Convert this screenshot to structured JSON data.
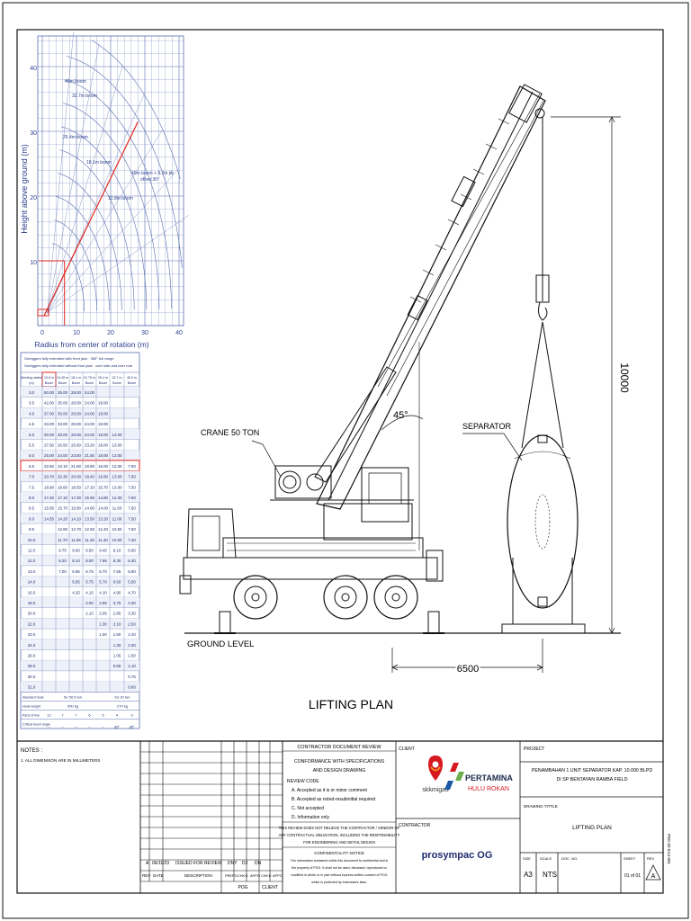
{
  "chart": {
    "y_label": "Height above ground (m)",
    "x_label": "Radius from center of rotation (m)",
    "x_ticks": [
      "0",
      "10",
      "20",
      "30",
      "40"
    ],
    "y_ticks": [
      "40",
      "30",
      "20",
      "10"
    ],
    "boom_labels": [
      "40m boom",
      "32.7m boom",
      "25.4m boom",
      "18.1m boom",
      "10.8m boom"
    ],
    "jib_label": "40m boom + 8.2m jib",
    "offset_label": "offset 30°"
  },
  "load_table": {
    "header_note_1": "Outriggers fully extended with front jack  ·  360° full range",
    "header_note_2": "Outriggers fully extended without front jack  ·  over side and over rear",
    "col_headers": [
      "Working radius (m)",
      "10.8 m Boom",
      "14.45 m Boom",
      "18.1 m Boom",
      "21.75 m Boom",
      "25.4 m Boom",
      "32.7 m Boom",
      "40.0 m Boom"
    ],
    "rows": [
      [
        "3.0",
        "50.00",
        "35.00",
        "28.00",
        "24.00",
        "",
        "",
        ""
      ],
      [
        "3.5",
        "42.00",
        "35.00",
        "28.00",
        "24.00",
        "18.00",
        "",
        ""
      ],
      [
        "4.0",
        "37.00",
        "35.00",
        "28.00",
        "24.00",
        "18.00",
        "",
        ""
      ],
      [
        "4.5",
        "33.00",
        "33.00",
        "28.00",
        "24.00",
        "18.00",
        "",
        ""
      ],
      [
        "5.0",
        "30.00",
        "28.00",
        "28.00",
        "24.00",
        "18.00",
        "13.00",
        ""
      ],
      [
        "5.5",
        "27.50",
        "26.50",
        "25.60",
        "23.20",
        "18.00",
        "13.00",
        ""
      ],
      [
        "6.0",
        "25.00",
        "24.00",
        "23.50",
        "21.50",
        "18.00",
        "13.00",
        ""
      ],
      [
        "6.5",
        "22.50",
        "22.10",
        "21.80",
        "19.80",
        "18.00",
        "12.00",
        "7.50"
      ],
      [
        "7.0",
        "20.70",
        "20.30",
        "20.00",
        "18.40",
        "16.80",
        "13.00",
        "7.50"
      ],
      [
        "7.5",
        "18.90",
        "18.60",
        "18.50",
        "17.10",
        "15.70",
        "13.00",
        "7.50"
      ],
      [
        "8.0",
        "17.40",
        "17.10",
        "17.00",
        "15.90",
        "14.80",
        "12.30",
        "7.50"
      ],
      [
        "8.5",
        "15.85",
        "15.70",
        "15.80",
        "14.80",
        "14.00",
        "11.60",
        "7.50"
      ],
      [
        "9.0",
        "14.55",
        "14.20",
        "14.10",
        "13.50",
        "13.20",
        "11.00",
        "7.50"
      ],
      [
        "9.5",
        "",
        "12.80",
        "12.70",
        "12.50",
        "12.40",
        "10.50",
        "7.50"
      ],
      [
        "10.0",
        "",
        "11.70",
        "11.55",
        "11.45",
        "11.40",
        "10.00",
        "7.30"
      ],
      [
        "11.0",
        "",
        "9.75",
        "9.60",
        "9.50",
        "9.40",
        "9.10",
        "6.80"
      ],
      [
        "12.0",
        "",
        "8.20",
        "8.10",
        "8.00",
        "7.95",
        "8.30",
        "6.30"
      ],
      [
        "13.0",
        "",
        "7.00",
        "6.85",
        "6.75",
        "6.70",
        "7.55",
        "5.90"
      ],
      [
        "14.0",
        "",
        "",
        "5.85",
        "5.75",
        "5.70",
        "6.50",
        "5.50"
      ],
      [
        "16.0",
        "",
        "",
        "4.25",
        "4.15",
        "4.10",
        "4.95",
        "4.70"
      ],
      [
        "18.0",
        "",
        "",
        "",
        "3.00",
        "2.95",
        "3.75",
        "4.00"
      ],
      [
        "20.0",
        "",
        "",
        "",
        "2.10",
        "2.05",
        "2.80",
        "3.30"
      ],
      [
        "22.0",
        "",
        "",
        "",
        "",
        "1.30",
        "2.10",
        "2.50"
      ],
      [
        "23.0",
        "",
        "",
        "",
        "",
        "1.00",
        "1.60",
        "2.20"
      ],
      [
        "24.0",
        "",
        "",
        "",
        "",
        "",
        "1.30",
        "2.00"
      ],
      [
        "26.0",
        "",
        "",
        "",
        "",
        "",
        "1.05",
        "1.50"
      ],
      [
        "28.0",
        "",
        "",
        "",
        "",
        "",
        "0.65",
        "1.10"
      ],
      [
        "30.0",
        "",
        "",
        "",
        "",
        "",
        "",
        "0.75"
      ],
      [
        "31.0",
        "",
        "",
        "",
        "",
        "",
        "",
        "0.60"
      ]
    ],
    "footer": [
      [
        "Standard hook",
        "for 50.5 ton",
        "for 20 ton"
      ],
      [
        "Hook weight",
        "500 kg",
        "270 kg"
      ],
      [
        "Parts of line",
        "12",
        "7",
        "7",
        "6",
        "5",
        "4",
        "3"
      ],
      [
        "Critical boom angle",
        "–",
        "–",
        "–",
        "–",
        "–",
        "35°",
        "35°"
      ]
    ]
  },
  "drawing": {
    "crane_label": "CRANE 50 TON",
    "separator_label": "SEPARATOR",
    "angle_label": "45°",
    "height_dim": "10000",
    "radius_dim": "6500",
    "ground_label": "GROUND LEVEL",
    "plan_title": "LIFTING PLAN"
  },
  "title_block": {
    "notes_title": "NOTES :",
    "note_1": "1.  ALL DIMENSION ARE IN MILLIMETERS",
    "rev_row": {
      "rev": "A",
      "date": "06/11/23",
      "desc": "ISSUED FOR REVIEW",
      "by": "DNY",
      "chk": "DJ",
      "app": "DN"
    },
    "rev_headers": [
      "REV",
      "DATE",
      "DESCRIPTION",
      "PREP'D",
      "CHK'D",
      "APP'D",
      "CHK'D",
      "APP'D"
    ],
    "group_pog": "POG",
    "group_client": "CLIENT",
    "review_title": "CONTRACTOR DOCUMENT REVIEW",
    "review_line1": "CONFORMANCE WITH SPECIFICATIONS",
    "review_line2": "AND DESIGN DRAWING",
    "review_code": "REVIEW CODE",
    "codes": [
      "A.   Accepted as it is or minor comment",
      "B.   Accepted as noted-resubmittal required",
      "C.   Not accepted",
      "D.   Information only"
    ],
    "disclaimer_1": "THIS REVIEW DOES NOT RELIEVE THE CONTRACTOR / VENDOR OF",
    "disclaimer_2": "ANY CONTRACTUAL OBLIGATION, INCLUDING THE RESPONSIBILITY",
    "disclaimer_3": "FOR ENGINEERING AND DETAIL DESIGN",
    "conf_title": "CONFIDENTIALITY NOTICE",
    "conf_1": "The information contained within this document is confidential and is",
    "conf_2": "the property of POG. It shall not be used, disclosed, reproduced or",
    "conf_3": "modified in whole or in part without express written consent of POG",
    "conf_4": "which is protected by Indonesia's laws.",
    "client_label": "CLIENT",
    "skk_logo": "skkmigas",
    "pertamina_logo": "PERTAMINA",
    "pertamina_sub": "HULU ROKAN",
    "contractor_label": "CONTRACTOR",
    "contractor_logo": "prosympac OG",
    "project_label": "PROJECT",
    "project_1": "PENAMBAHAN 1 UNIT SEPARATOR KAP. 10.000 BLPD",
    "project_2": "DI SP BENTAYAN RAMBA FIELD",
    "drawing_title_label": "DRAWING TITTLE",
    "drawing_title": "LIFTING PLAN",
    "size_label": "SIZE",
    "size": "A3",
    "scale_label": "SCALE",
    "scale": "NTS",
    "docno_label": "DOC. NO.",
    "sheet_label": "SHEET",
    "sheet": "01 of 01",
    "rev_label": "REV",
    "rev": "A",
    "side_code": "P0G-02-E14-001"
  },
  "colors": {
    "line": "#111111",
    "grid": "#5a6fb0",
    "red": "#e0261c",
    "pertamina_red": "#d71920",
    "pertamina_green": "#6ab04c",
    "pertamina_blue": "#1b5aa6"
  }
}
